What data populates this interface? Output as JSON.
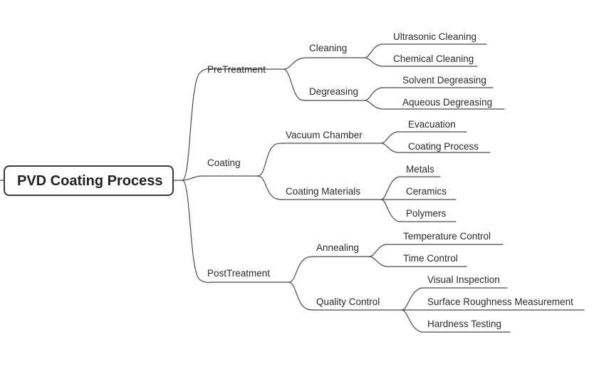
{
  "diagram": {
    "type": "mind-map",
    "orientation": "left-to-right",
    "background_color": "#ffffff",
    "line_color": "#4a4a4a",
    "text_color": "#2b2b2b",
    "root_border_color": "#3a3a3a"
  },
  "root": {
    "label": "PVD Coating Process"
  },
  "branches": [
    {
      "label": "PreTreatment",
      "children": [
        {
          "label": "Cleaning",
          "children": [
            {
              "label": "Ultrasonic Cleaning"
            },
            {
              "label": "Chemical Cleaning"
            }
          ]
        },
        {
          "label": "Degreasing",
          "children": [
            {
              "label": "Solvent Degreasing"
            },
            {
              "label": "Aqueous Degreasing"
            }
          ]
        }
      ]
    },
    {
      "label": "Coating",
      "children": [
        {
          "label": "Vacuum Chamber",
          "children": [
            {
              "label": "Evacuation"
            },
            {
              "label": "Coating Process"
            }
          ]
        },
        {
          "label": "Coating Materials",
          "children": [
            {
              "label": "Metals"
            },
            {
              "label": "Ceramics"
            },
            {
              "label": "Polymers"
            }
          ]
        }
      ]
    },
    {
      "label": "PostTreatment",
      "children": [
        {
          "label": "Annealing",
          "children": [
            {
              "label": "Temperature Control"
            },
            {
              "label": "Time Control"
            }
          ]
        },
        {
          "label": "Quality Control",
          "children": [
            {
              "label": "Visual Inspection"
            },
            {
              "label": "Surface Roughness Measurement"
            },
            {
              "label": "Hardness Testing"
            }
          ]
        }
      ]
    }
  ]
}
